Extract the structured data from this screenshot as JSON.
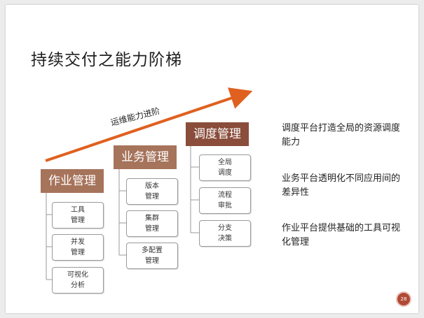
{
  "title": "持续交付之能力阶梯",
  "arrow_label": "运维能力进阶",
  "columns": [
    {
      "header": "作业管理",
      "items": [
        "工具\n管理",
        "并发\n管理",
        "可视化\n分析"
      ]
    },
    {
      "header": "业务管理",
      "items": [
        "版本\n管理",
        "集群\n管理",
        "多配置\n管理"
      ]
    },
    {
      "header": "调度管理",
      "items": [
        "全局\n调度",
        "流程\n审批",
        "分支\n决策"
      ]
    }
  ],
  "descriptions": [
    "调度平台打造全局的资源调度能力",
    "业务平台透明化不同应用间的差异性",
    "作业平台提供基础的工具可视化管理"
  ],
  "page_number": "28",
  "colors": {
    "header": "#a6735b",
    "header_dark": "#8a4d3b",
    "arrow": "#e0601f"
  }
}
